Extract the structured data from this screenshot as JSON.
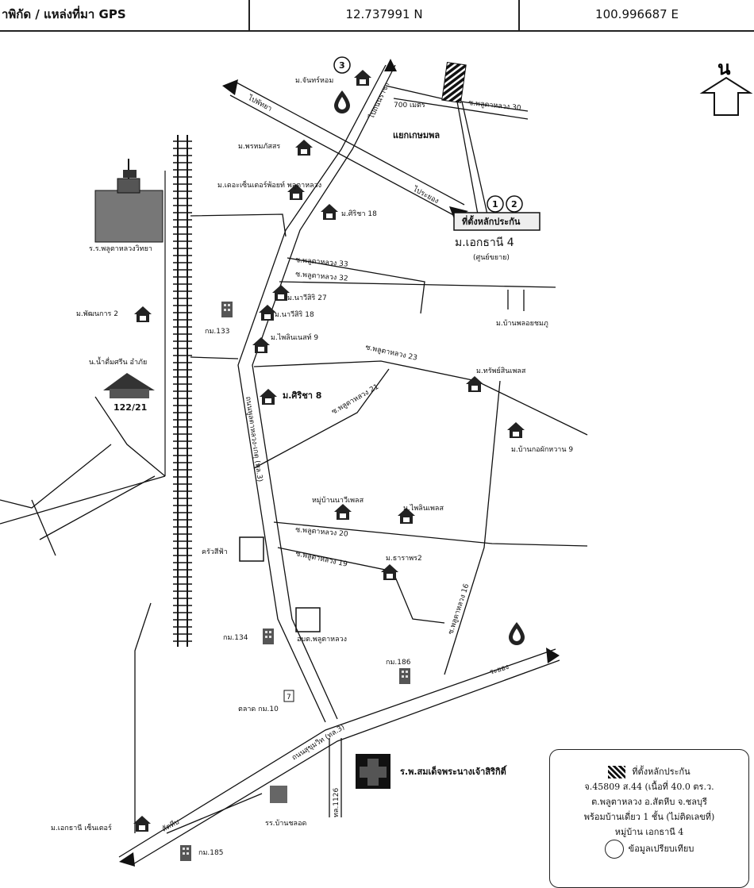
{
  "header": {
    "coord_label": "าพิกัด / แหล่งที่มา GPS",
    "latitude": "12.737991  N",
    "longitude": "100.996687 E"
  },
  "north": "น",
  "roads": {
    "ban_phe_top": "ไปพัทยา",
    "to_sattahip_north": "ไปถนนราชา",
    "prachin": "ไประยอง",
    "sukhumvit": "ถนนสุขุมวิท (ทล.3)",
    "rayong": "ระยอง",
    "sattahip": "สัตหีบ",
    "main": "ถนนพูลตาหลวง-เกตุ (ทล.3)",
    "hwy1126": "ทล.1126",
    "junction": "แยกเกษมพล",
    "distance": "700 เมตร"
  },
  "soi": {
    "soi30": "ซ.พลูตาหลวง 30",
    "soi33": "ซ.พลูตาหลวง 33",
    "soi32": "ซ.พลูตาหลวง 32",
    "soi23": "ซ.พลูตาหลวง 23",
    "soi21": "ซ.พลูตาหลวง 21",
    "soi20": "ซ.พลูตาหลวง 20",
    "soi19": "ซ.พลูตาหลวง 19",
    "soi16": "ซ.พลูตาหลวง 16"
  },
  "places": {
    "chanhom": "ม.จันทร์หอม",
    "phrom": "ม.พรหมภัสสร",
    "center": "ม.เดอะเซ็นเตอร์พ้อยท์ พลูตาหลวง",
    "sirin18": "ม.ศิริชา 18",
    "target": "ม.เอกธานี 4",
    "target_sub": "(ศูนย์ขยาย)",
    "property": "ที่ตั้งหลักประกัน",
    "nawee27": "ม.นาวีสิริ 27",
    "nawee18": "ม.นาวีสิริ 18",
    "ban_phrao": "ม.บ้านพลอยชมภู",
    "school": "ร.ร.พลูตาหลวงวิทยา",
    "phanyong": "ม.พัฒนการ 2",
    "water": "น.น้ำดื่มศรีน อำภัย",
    "house_no": "122/21",
    "km133": "กม.133",
    "phailin9": "ม.ไพลินเนสท์ 9",
    "sirin8": "ม.ศิริชา 8",
    "rungsin": "ม.ทรัพย์สินเพลส",
    "ban_kaew": "ม.บ้านกอผักหวาน 9",
    "mu_nawi": "หมู่บ้านนาวีเพลส",
    "phailin": "ม.ไพลินเพลส",
    "krua": "ครัวสีฟ้า",
    "tararat": "ม.ธาราพร2",
    "obt": "อบต.พลูตาหลวง",
    "km134": "กม.134",
    "km186": "กม.186",
    "market": "ตลาด กม.10",
    "hospital": "ร.พ.สมเด็จพระนางเจ้าสิริกิติ์",
    "school2": "รร.บ้านชลอด",
    "ekathani_center": "ม.เอกธานี เซ็นเตอร์",
    "km185": "กม.185",
    "n1": "1",
    "n2": "2",
    "n3": "3",
    "seven": "7"
  },
  "legend": {
    "title": "ที่ตั้งหลักประกัน",
    "line1": "จ.45809 ส.44 (เนื้อที่ 40.0 ตร.ว.",
    "line2": "ต.พลูตาหลวง อ.สัตหีบ จ.ชลบุรี",
    "line3": "พร้อมบ้านเดี่ยว 1 ชั้น (ไม่ติดเลขที่)",
    "line4": "หมู่บ้าน เอกธานี 4",
    "line5": "ข้อมูลเปรียบเทียบ"
  }
}
